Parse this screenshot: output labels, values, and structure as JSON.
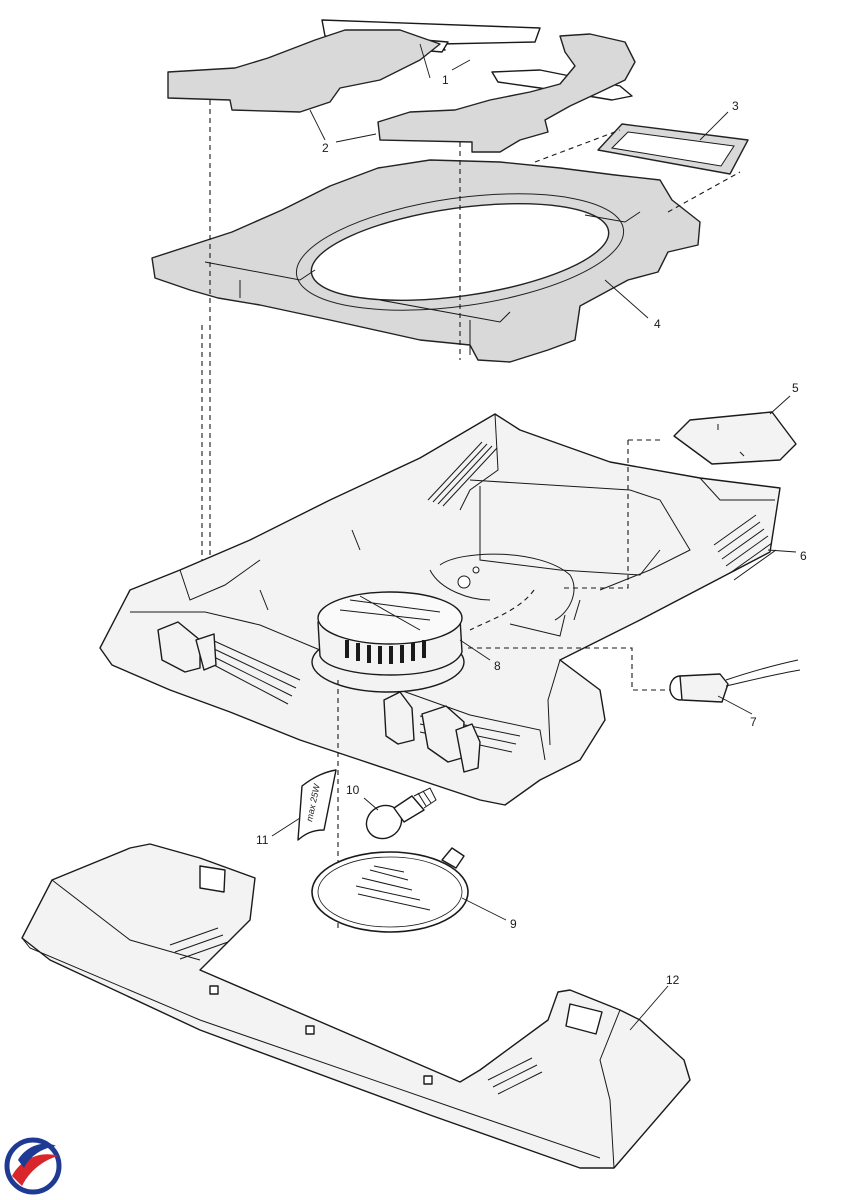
{
  "diagram": {
    "callouts": [
      {
        "id": "callout-1",
        "text": "1"
      },
      {
        "id": "callout-2",
        "text": "2"
      },
      {
        "id": "callout-3",
        "text": "3"
      },
      {
        "id": "callout-4",
        "text": "4"
      },
      {
        "id": "callout-5",
        "text": "5"
      },
      {
        "id": "callout-6",
        "text": "6"
      },
      {
        "id": "callout-7",
        "text": "7"
      },
      {
        "id": "callout-8",
        "text": "8"
      },
      {
        "id": "callout-9",
        "text": "9"
      },
      {
        "id": "callout-10",
        "text": "10"
      },
      {
        "id": "callout-11",
        "text": "11"
      },
      {
        "id": "callout-12",
        "text": "12"
      }
    ],
    "bulb_label": "max 25W",
    "logo": {
      "colors": [
        "#1f3a93",
        "#d8262b"
      ]
    }
  }
}
